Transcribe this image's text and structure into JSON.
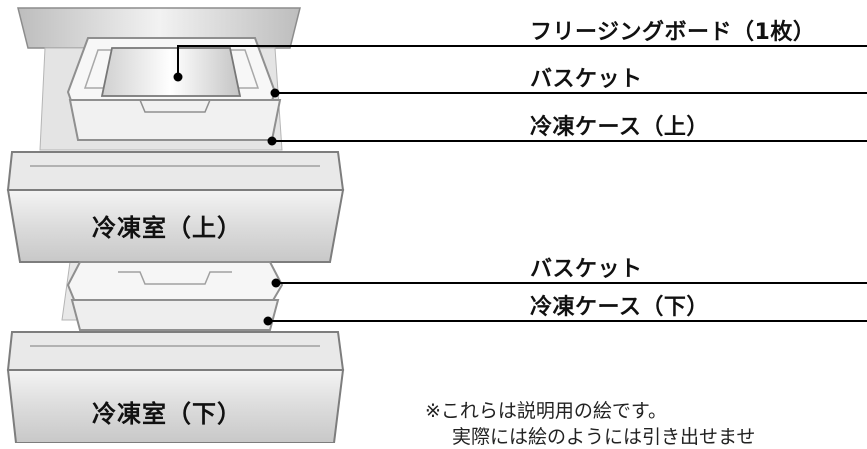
{
  "callouts": [
    "フリージングボード（1枚）",
    "バスケット",
    "冷凍ケース（上）",
    "バスケット",
    "冷凍ケース（下）"
  ],
  "drawers": {
    "upper": "冷凍室（上）",
    "lower": "冷凍室（下）"
  },
  "note": {
    "line1": "※これらは説明用の絵です。",
    "line2": "実際には絵のようには引き出せませ"
  },
  "colors": {
    "line": "#000000",
    "drawer_front": "#d9d9d9",
    "drawer_edge": "#9a9a9a",
    "case": "#eeeeee"
  }
}
